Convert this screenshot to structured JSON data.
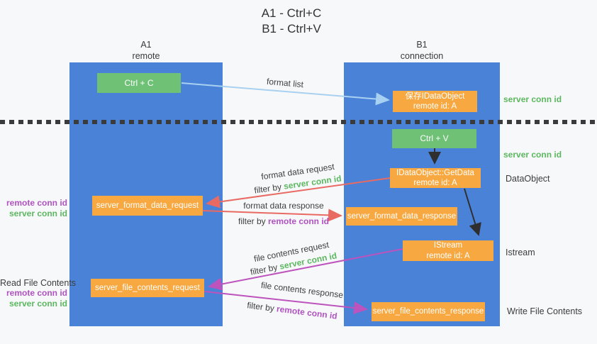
{
  "title": {
    "line1": "A1 - Ctrl+C",
    "line2": "B1 - Ctrl+V"
  },
  "lanes": {
    "left": {
      "name": "A1",
      "sub": "remote"
    },
    "right": {
      "name": "B1",
      "sub": "connection"
    }
  },
  "nodes": {
    "ctrl_c": {
      "label": "Ctrl + C"
    },
    "save_idataobject": {
      "line1": "保存IDataObject",
      "line2": "remote id: A"
    },
    "ctrl_v": {
      "label": "Ctrl + V"
    },
    "getdata": {
      "line1": "IDataObject::GetData",
      "line2": "remote id: A"
    },
    "format_request": {
      "label": "server_format_data_request"
    },
    "format_response": {
      "label": "server_format_data_response"
    },
    "istream": {
      "line1": "IStream",
      "line2": "remote id: A"
    },
    "file_request": {
      "label": "server_file_contents_request"
    },
    "file_response": {
      "label": "server_file_contents_response"
    }
  },
  "edges": {
    "format_list": "format list",
    "format_request": {
      "text": "format data request",
      "filter_prefix": "filter by ",
      "filter_key": "server conn id"
    },
    "format_response": {
      "text": "format data response",
      "filter_prefix": "filter by ",
      "filter_key": "remote conn id"
    },
    "file_request": {
      "text": "file contents request",
      "filter_prefix": "filter by ",
      "filter_key": "server conn id"
    },
    "file_response": {
      "text": "file contents response",
      "filter_prefix": "filter by ",
      "filter_key": "remote conn id"
    }
  },
  "annotations": {
    "server_conn_id_top": "server conn id",
    "server_conn_id_mid": "server conn id",
    "dataobject": "DataObject",
    "istream": "Istream",
    "write_file_contents": "Write File Contents",
    "remote_conn_id_left_top": "remote conn id",
    "server_conn_id_left_top": "server conn id",
    "read_file_contents": "Read File Contents",
    "remote_conn_id_left_bottom": "remote conn id",
    "server_conn_id_left_bottom": "server conn id"
  },
  "colors": {
    "lane": "#4a82d8",
    "green_box": "#6ec175",
    "orange_box": "#f8a840",
    "green_text": "#5cb860",
    "purple_text": "#b052c2",
    "red_arrow": "#e96a63",
    "magenta_arrow": "#bd53bd",
    "blue_arrow": "#a8d0f0",
    "black_arrow": "#2f2f2f",
    "text": "#3c3c3c"
  }
}
